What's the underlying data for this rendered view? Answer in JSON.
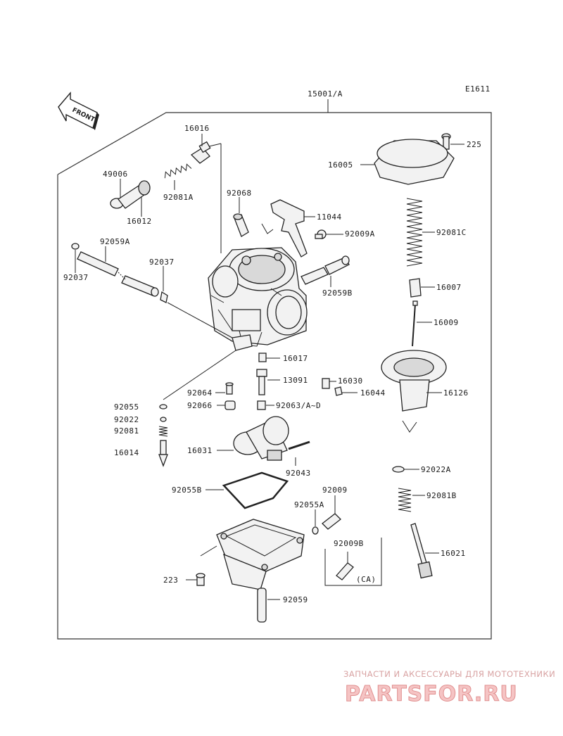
{
  "diagram": {
    "code": "E1611",
    "assembly_label": "15001/A",
    "direction_label": "FRONT",
    "variant_label": "(CA)",
    "labels": [
      "16016",
      "49006",
      "92081A",
      "16012",
      "92068",
      "11044",
      "92009A",
      "92059A",
      "92037",
      "92037",
      "92059B",
      "16017",
      "13091",
      "92064",
      "92066",
      "16030",
      "16044",
      "92055",
      "92022",
      "92081",
      "16014",
      "16031",
      "92063/A~D",
      "92043",
      "92055B",
      "92009",
      "92055A",
      "92009B",
      "223",
      "92059",
      "225",
      "16005",
      "92081C",
      "16007",
      "16009",
      "16126",
      "92022A",
      "92081B",
      "16021"
    ]
  },
  "watermark": {
    "tagline": "ЗАПЧАСТИ И АКСЕССУАРЫ ДЛЯ МОТОТЕХНИКИ",
    "site": "PARTSFOR.RU"
  }
}
